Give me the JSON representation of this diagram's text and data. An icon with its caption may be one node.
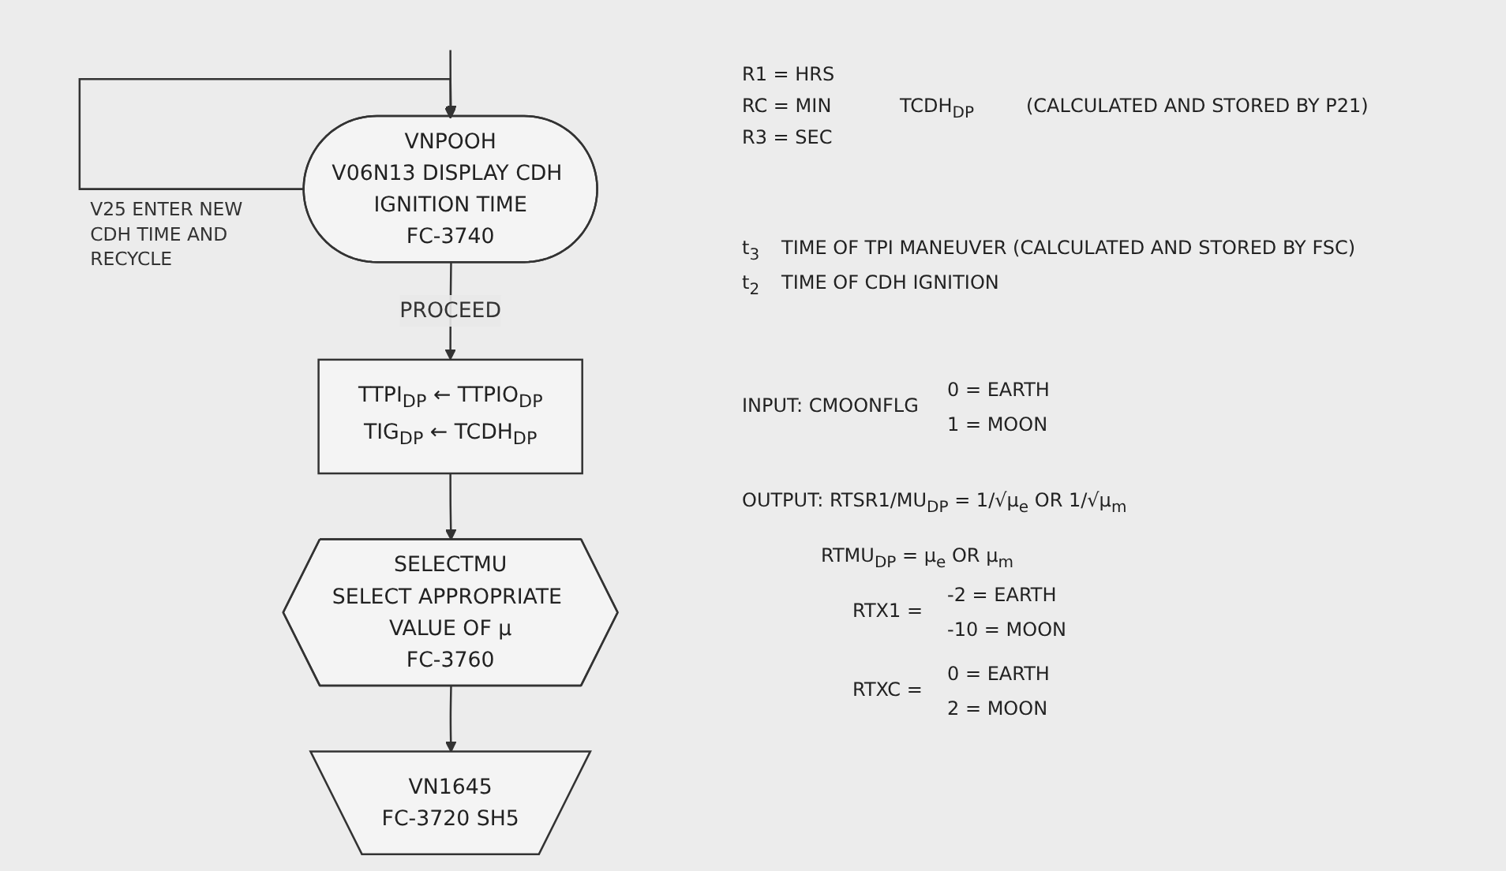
{
  "diagram": {
    "nodes": [
      {
        "text": [
          "VNPOOH",
          "V06N13 DISPLAY CDH IGNITION TIME",
          "FC-3740"
        ]
      },
      {
        "text": [
          "TTPI$_{DP}$ ← TTPIO$_{DP}$",
          "TIG$_{DP}$ ← TCDH$_{DP}$"
        ]
      },
      {
        "text": [
          "SELECTMU",
          "SELECT APPROPRIATE VALUE OF μ",
          "FC-3760"
        ]
      },
      {
        "text": [
          "VN1645",
          "FC-3720 SH5"
        ]
      }
    ],
    "edges": [
      {
        "from": null,
        "to": 0,
        "arrow": "to"
      },
      {
        "from": 0,
        "to": 1,
        "arrow": "to",
        "label": "PROCEED"
      },
      {
        "from": 1,
        "to": 2,
        "arrow": "to"
      },
      {
        "from": 2,
        "to": 3,
        "arrow": "to"
      },
      {
        "from": 0,
        "to": 0,
        "arrow": "to",
        "label": "V25 ENTER NEW CDH TIME AND RECYCLE"
      }
    ],
    "labels": [
      "R1 = HRS",
      "RC = MIN",
      "R3 = SEC",
      "TCDH$_{DP}$",
      "(CALCULATED AND STORED BY P21)",
      "t$_{3}$",
      "TIME OF TPI MANEUVER (CALCULATED AND STORED BY FSC)",
      "t$_{2}$",
      "TIME OF CDH IGNITION",
      "INPUT: CMOONFLG",
      "0 = EARTH",
      "1 = MOON",
      "OUTPUT: RTSR1/MU$_{DP}$ = 1/√μ$_{e}$ OR 1/√μ$_{m}$",
      "RTMU$_{DP}$ = μ$_{e}$ OR μ$_{m}$",
      "RTX1 =",
      "-2 = EARTH",
      "-10 = MOON",
      "RTXC =",
      "0 = EARTH",
      "2 = MOON"
    ]
  }
}
